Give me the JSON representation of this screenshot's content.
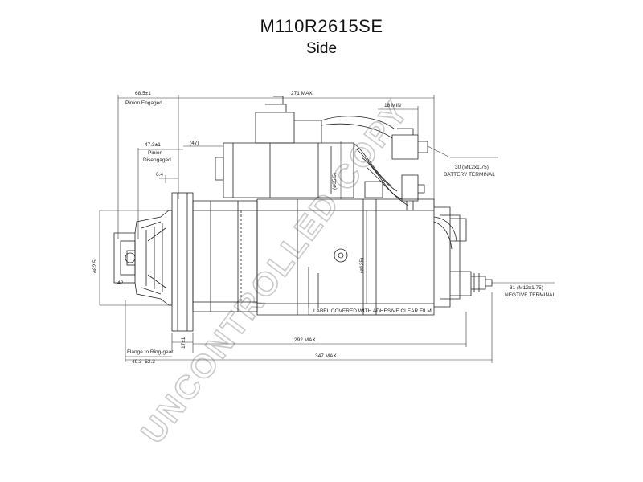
{
  "title": "M110R2615SE",
  "subtitle": "Side",
  "dimensions": {
    "pinion_engaged_value": "68.5±1",
    "pinion_engaged_label": "Pinion Engaged",
    "overall_top": "271 MAX",
    "min_value": "18 MIN",
    "pinion_disengaged_value": "47.3±1",
    "pinion_disengaged_label_1": "Pinion",
    "pinion_disengaged_label_2": "Disengaged",
    "value_47": "(47)",
    "value_6_4": "6.4",
    "dia_65": "(ø65.5)",
    "battery_terminal_1": "30 (M12x1.75)",
    "battery_terminal_2": "BATTERY TERMINAL",
    "dia_pilot": "ø82.5",
    "value_42": "42",
    "dia_135": "(ø135)",
    "negative_terminal_1": "31 (M12x1.75)",
    "negative_terminal_2": "NEGTIVE TERMINAL",
    "label_note": "LABEL COVERED WITH ADHESIVE CLEAR FILM",
    "flange_gap": "17±1",
    "value_292": "292 MAX",
    "flange_label": "Flange to Ring-gear",
    "flange_value": "49.3–52.3",
    "value_347": "347 MAX"
  },
  "watermark": "UNCONTROLLED COPY"
}
